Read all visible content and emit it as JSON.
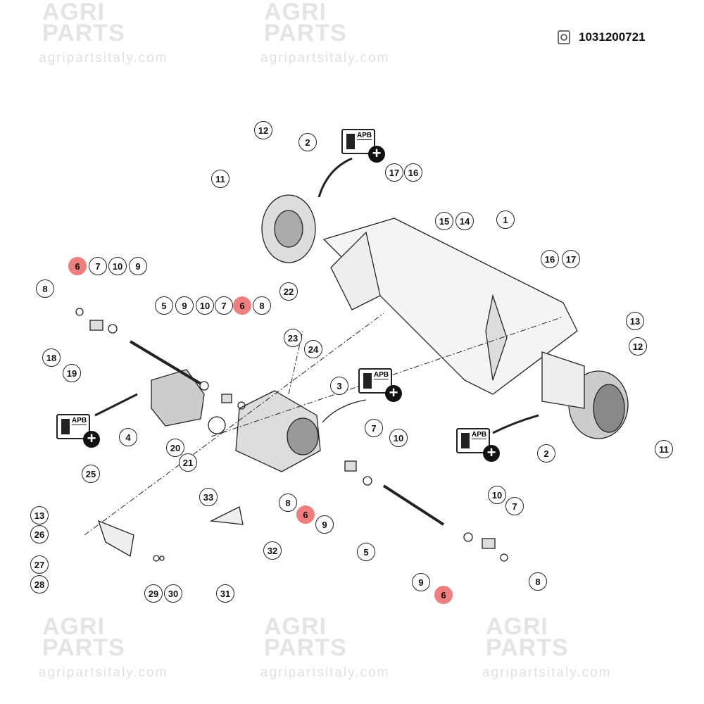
{
  "header": {
    "part_number": "1031200721",
    "icon": "manual-gear-icon"
  },
  "watermark": {
    "brand_line1": "AGRI",
    "brand_line2": "PARTS",
    "url": "agripartsitaly.com"
  },
  "apb_badge": {
    "label": "APB",
    "plus": "+"
  },
  "colors": {
    "highlight": "#ef7f7f",
    "line": "#222222"
  },
  "callouts": [
    "12",
    "2",
    "17",
    "16",
    "11",
    "1",
    "15",
    "14",
    "6",
    "7",
    "10",
    "9",
    "16",
    "17",
    "8",
    "22",
    "5",
    "9",
    "10",
    "7",
    "6",
    "8",
    "13",
    "23",
    "24",
    "12",
    "18",
    "19",
    "3",
    "7",
    "10",
    "4",
    "20",
    "11",
    "2",
    "21",
    "25",
    "8",
    "6",
    "9",
    "33",
    "10",
    "7",
    "13",
    "26",
    "5",
    "32",
    "27",
    "28",
    "29",
    "30",
    "31",
    "9",
    "8",
    "6"
  ]
}
